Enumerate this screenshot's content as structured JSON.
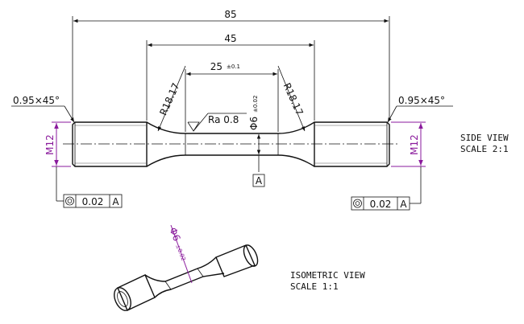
{
  "dimensions": {
    "overall_length": "85",
    "reduced_length": "45",
    "gauge_length": "25",
    "gauge_tol": "±0.1",
    "radius_left": "R18.17",
    "radius_right": "R18.17",
    "chamfer_left": "0.95×45°",
    "chamfer_right": "0.95×45°",
    "thread_left": "M12",
    "thread_right": "M12",
    "diameter": "Φ6",
    "diameter_tol": "±0.02",
    "roughness": "Ra 0.8"
  },
  "datum": {
    "label": "A"
  },
  "feature_control": {
    "left": {
      "tolerance": "0.02",
      "datum": "A"
    },
    "right": {
      "tolerance": "0.02",
      "datum": "A"
    }
  },
  "views": {
    "side": {
      "title": "SIDE VIEW",
      "scale": "SCALE 2:1"
    },
    "iso": {
      "title": "ISOMETRIC VIEW",
      "scale": "SCALE 1:1"
    }
  },
  "iso_dimension": {
    "diameter": "Φ6",
    "tol": "±0.02"
  },
  "colors": {
    "line": "#111111",
    "accent": "#8a1a9c"
  }
}
